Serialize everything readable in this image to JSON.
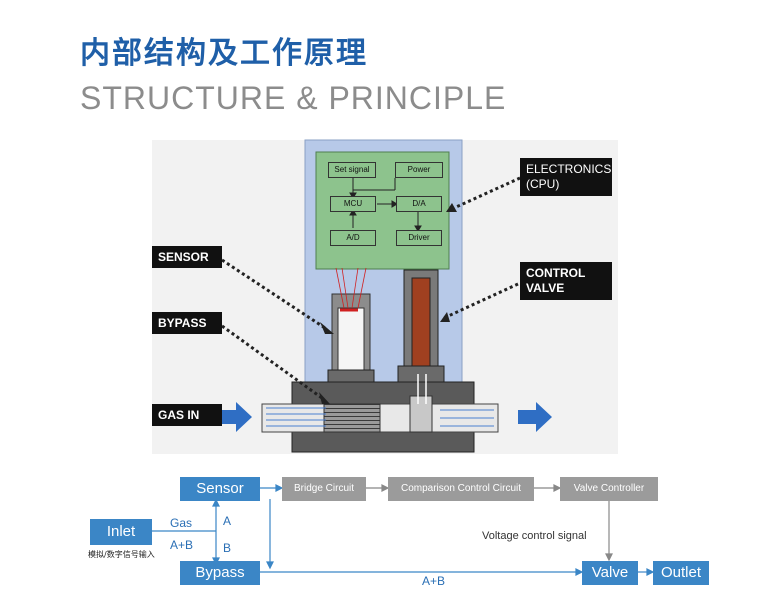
{
  "title_cn": "内部结构及工作原理",
  "title_en": "STRUCTURE & PRINCIPLE",
  "callouts": {
    "electronics_line1": "ELECTRONICS",
    "electronics_line2": "(CPU)",
    "sensor": "SENSOR",
    "bypass": "BYPASS",
    "control_line1": "CONTROL",
    "control_line2": "VALVE",
    "gas_in": "GAS IN"
  },
  "circuit": {
    "set_signal": "Set  signal",
    "power": "Power",
    "mcu": "MCU",
    "da": "D/A",
    "ad": "A/D",
    "driver": "Driver"
  },
  "flow": {
    "sensor": "Sensor",
    "bypass": "Bypass",
    "inlet": "Inlet",
    "inlet_sub": "模拟/数字信号输入",
    "bridge": "Bridge Circuit",
    "comparison": "Comparison Control Circuit",
    "valve_controller": "Valve Controller",
    "valve": "Valve",
    "outlet": "Outlet",
    "gas": "Gas",
    "a_plus_b": "A+B",
    "a": "A",
    "b": "B",
    "voltage_signal": "Voltage control signal",
    "a_plus_b_bottom": "A+B"
  },
  "colors": {
    "title_blue": "#1f5fa8",
    "flow_blue": "#3b86c6",
    "box_grey": "#9b9b9b",
    "board_green": "#8dc38d",
    "body_blue": "#b7c9e8"
  }
}
